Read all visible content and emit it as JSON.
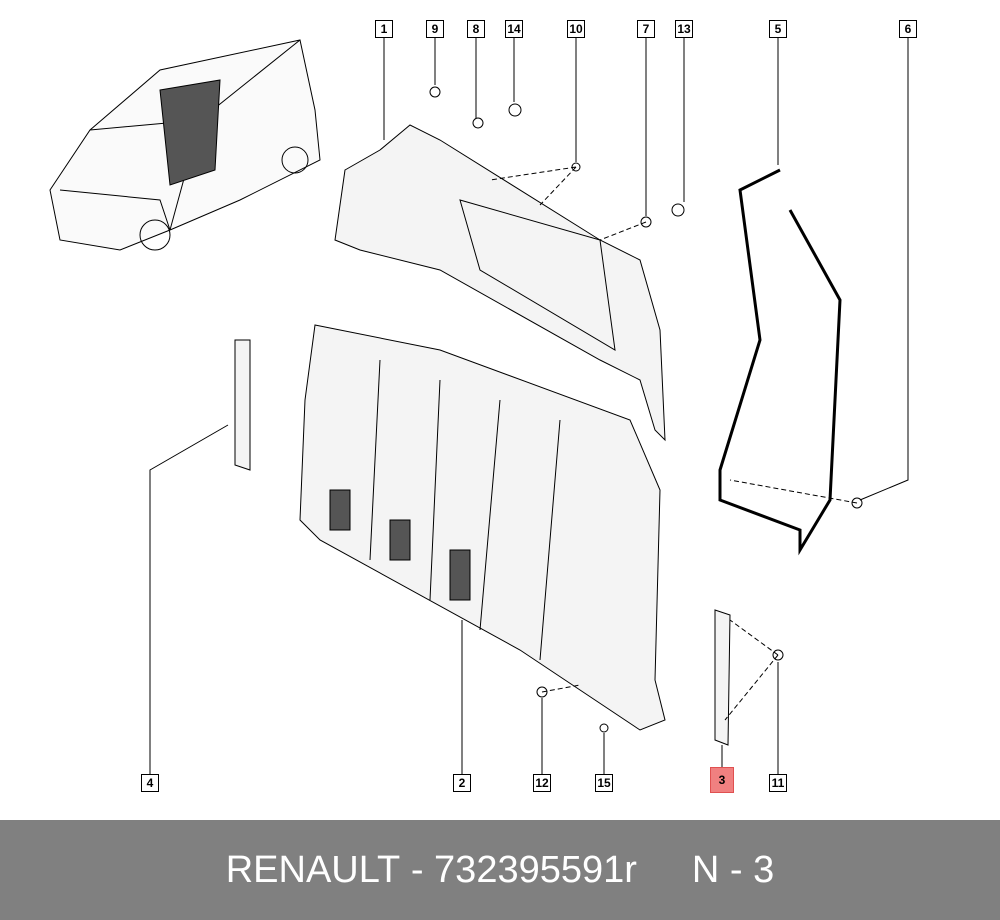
{
  "callouts_top": [
    "1",
    "9",
    "8",
    "14",
    "10",
    "7",
    "13",
    "5",
    "6"
  ],
  "callouts_bottom": [
    "4",
    "2",
    "12",
    "15",
    "3",
    "11"
  ],
  "highlighted_callout": "3",
  "highlight_color": "#f08080",
  "footer": {
    "brand": "RENAULT",
    "part_number": "732395591r",
    "separator": " - ",
    "position": "N - 3"
  }
}
